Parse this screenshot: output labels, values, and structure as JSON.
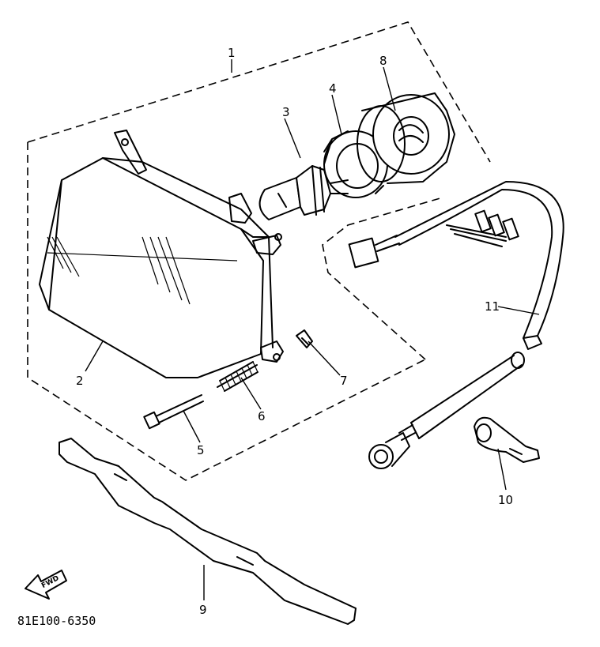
{
  "diagram": {
    "drawing_code": "81E100-6350",
    "direction_label": "FWD",
    "callouts": [
      {
        "id": "1",
        "text": "1"
      },
      {
        "id": "2",
        "text": "2"
      },
      {
        "id": "3",
        "text": "3"
      },
      {
        "id": "4",
        "text": "4"
      },
      {
        "id": "5",
        "text": "5"
      },
      {
        "id": "6",
        "text": "6"
      },
      {
        "id": "7",
        "text": "7"
      },
      {
        "id": "8",
        "text": "8"
      },
      {
        "id": "9",
        "text": "9"
      },
      {
        "id": "10",
        "text": "10"
      },
      {
        "id": "11",
        "text": "11"
      }
    ]
  }
}
